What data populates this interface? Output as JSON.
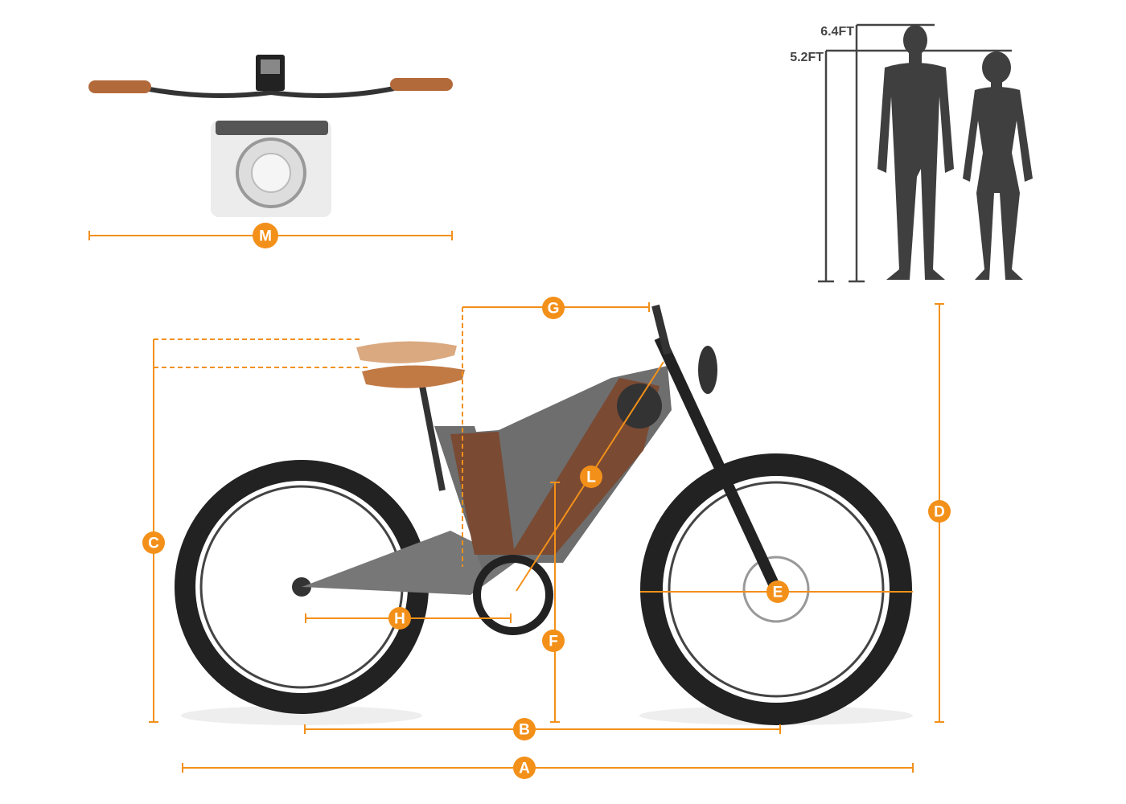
{
  "colors": {
    "accent": "#f39019",
    "silhouette": "#3f3f3f",
    "frame": "#6e6e6e",
    "battery": "#7a4a33",
    "tire": "#222222"
  },
  "height_labels": {
    "tall": "6.4FT",
    "short": "5.2FT"
  },
  "dimension_labels": {
    "a": "A",
    "b": "B",
    "c": "C",
    "d": "D",
    "e": "E",
    "f": "F",
    "g": "G",
    "h": "H",
    "l": "L",
    "m": "M"
  }
}
